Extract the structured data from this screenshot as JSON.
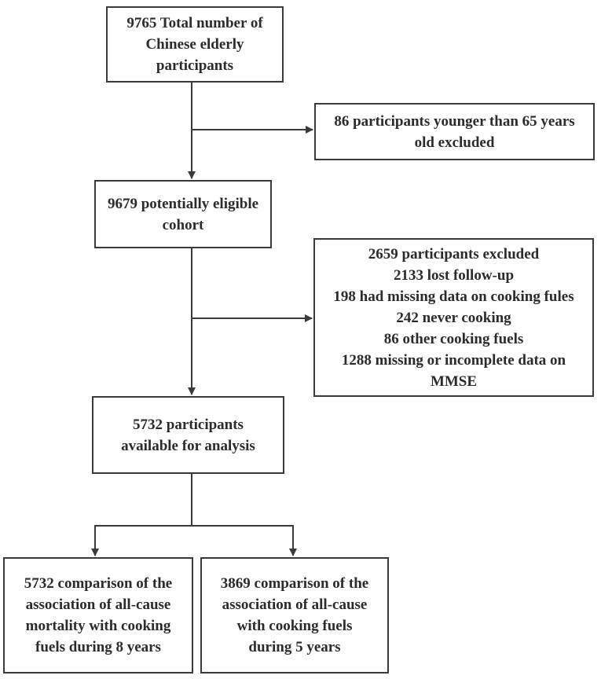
{
  "flowchart": {
    "total": {
      "lines": [
        "9765 Total number of",
        "Chinese elderly",
        "participants"
      ]
    },
    "young_excluded": {
      "lines": [
        "86 participants younger than 65 years",
        "old excluded"
      ]
    },
    "eligible": {
      "lines": [
        "9679 potentially eligible",
        "cohort"
      ]
    },
    "excluded": {
      "lines": [
        "2659 participants excluded",
        "2133 lost follow-up",
        "198 had missing data on cooking fules",
        "242 never cooking",
        "86 other cooking fuels",
        "1288 missing or incomplete data on",
        "MMSE"
      ]
    },
    "analysis": {
      "lines": [
        "5732 participants",
        "available for analysis"
      ]
    },
    "mortality_8y": {
      "lines": [
        "5732 comparison of the",
        "association of all-cause",
        "mortality with cooking",
        "fuels during 8 years"
      ]
    },
    "fuels_5y": {
      "lines": [
        "3869 comparison of the",
        "association of all-cause",
        "with cooking fuels",
        "during 5 years"
      ]
    }
  },
  "colors": {
    "line": "#3a3a3a",
    "text": "#2b2b2b",
    "background": "#ffffff"
  }
}
